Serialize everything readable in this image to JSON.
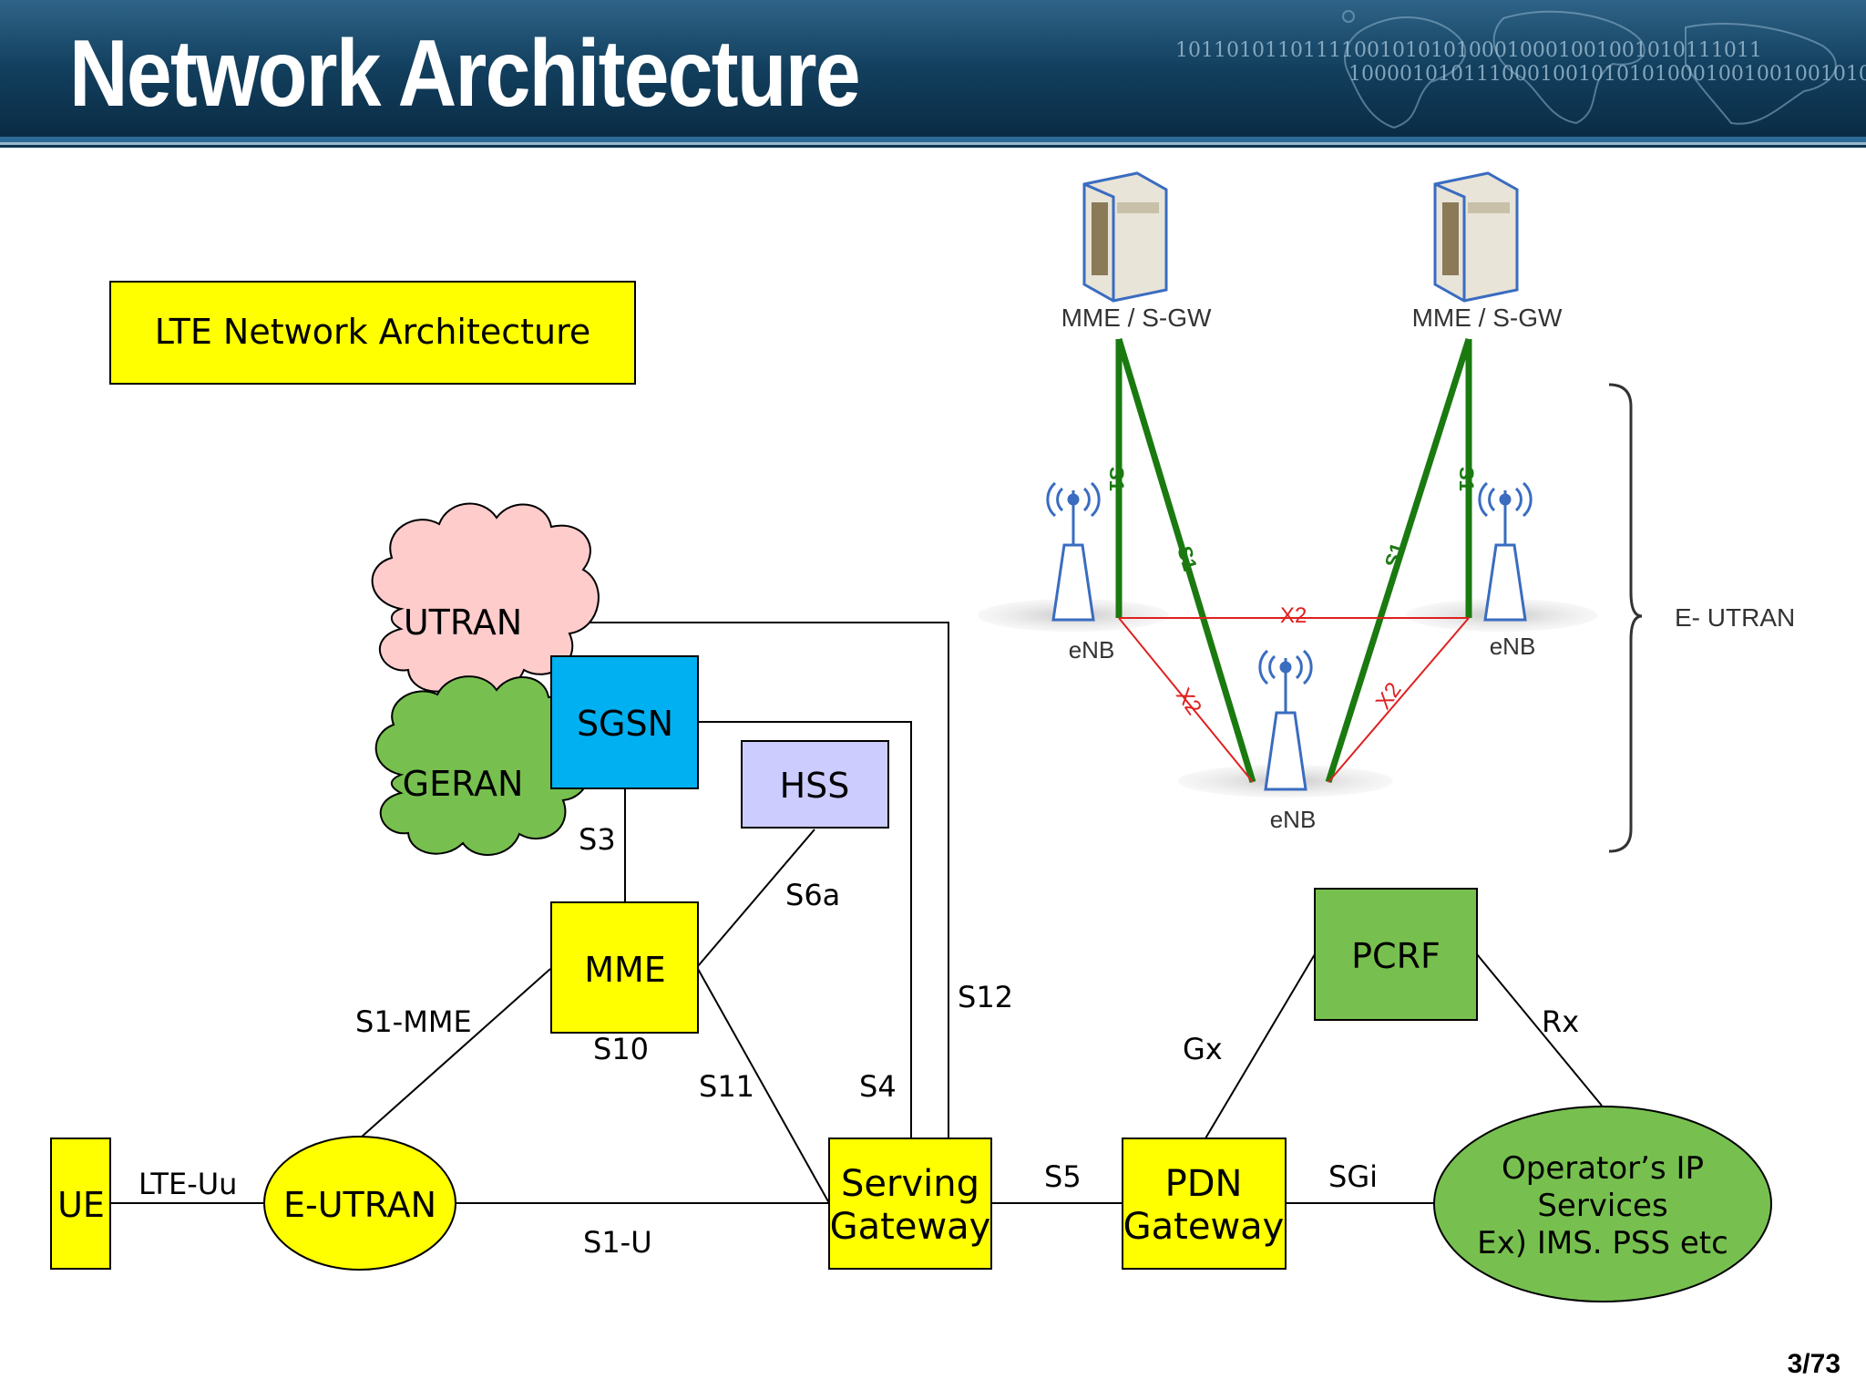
{
  "slide": {
    "title": "Network Architecture",
    "page_number": "3/73",
    "header_binary_1": "1011010110111100101010100010001001001010111011",
    "header_binary_2": "10000101011100010010101010001001001001010"
  },
  "colors": {
    "header_dark": "#0d3550",
    "header_light": "#3d7596",
    "yellow": "#ffff00",
    "sgsn_blue": "#00b0f0",
    "hss_lavender": "#ccccff",
    "green": "#77c04f",
    "utran_pink": "#ffcccc",
    "s1_green": "#1a7a10",
    "x2_red": "#e02020"
  },
  "diagram": {
    "label_box": "LTE Network Architecture",
    "nodes": {
      "utran": "UTRAN",
      "geran": "GERAN",
      "sgsn": "SGSN",
      "hss": "HSS",
      "mme": "MME",
      "ue": "UE",
      "eutran": "E-UTRAN",
      "sgw_line1": "Serving",
      "sgw_line2": "Gateway",
      "pgw_line1": "PDN",
      "pgw_line2": "Gateway",
      "pcrf": "PCRF",
      "ops_line1": "Operator’s IP",
      "ops_line2": "Services",
      "ops_line3": "Ex) IMS. PSS etc"
    },
    "interfaces": {
      "s3": "S3",
      "s6a": "S6a",
      "s1_mme": "S1-MME",
      "s10": "S10",
      "s11": "S11",
      "s4": "S4",
      "s12": "S12",
      "lte_uu": "LTE-Uu",
      "s1_u": "S1-U",
      "s5": "S5",
      "sgi": "SGi",
      "gx": "Gx",
      "rx": "Rx"
    }
  },
  "eutran_figure": {
    "mme_sgw_left": "MME / S-GW",
    "mme_sgw_right": "MME / S-GW",
    "enb_left": "eNB",
    "enb_right": "eNB",
    "enb_bottom": "eNB",
    "s1_label": "S1",
    "x2_label": "X2",
    "eutran_label": "E- UTRAN"
  }
}
